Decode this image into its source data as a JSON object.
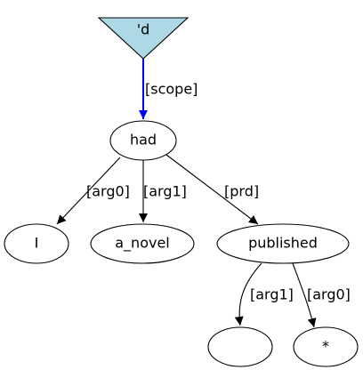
{
  "diagram": {
    "nodes": [
      {
        "id": "root",
        "label": "'d",
        "shape": "triangle-down",
        "fill": "#add8e6"
      },
      {
        "id": "had",
        "label": "had",
        "shape": "ellipse",
        "fill": "#ffffff"
      },
      {
        "id": "i",
        "label": "I",
        "shape": "ellipse",
        "fill": "#ffffff"
      },
      {
        "id": "a_novel",
        "label": "a_novel",
        "shape": "ellipse",
        "fill": "#ffffff"
      },
      {
        "id": "published",
        "label": "published",
        "shape": "ellipse",
        "fill": "#ffffff"
      },
      {
        "id": "empty",
        "label": "",
        "shape": "ellipse",
        "fill": "#ffffff"
      },
      {
        "id": "star",
        "label": "*",
        "shape": "ellipse",
        "fill": "#ffffff"
      }
    ],
    "edges": [
      {
        "from": "root",
        "to": "had",
        "label": "[scope]",
        "color": "#0000ff"
      },
      {
        "from": "had",
        "to": "i",
        "label": "[arg0]",
        "color": "#000000"
      },
      {
        "from": "had",
        "to": "a_novel",
        "label": "[arg1]",
        "color": "#000000"
      },
      {
        "from": "had",
        "to": "published",
        "label": "[prd]",
        "color": "#000000"
      },
      {
        "from": "published",
        "to": "empty",
        "label": "[arg1]",
        "color": "#000000"
      },
      {
        "from": "published",
        "to": "star",
        "label": "[arg0]",
        "color": "#000000"
      }
    ]
  }
}
